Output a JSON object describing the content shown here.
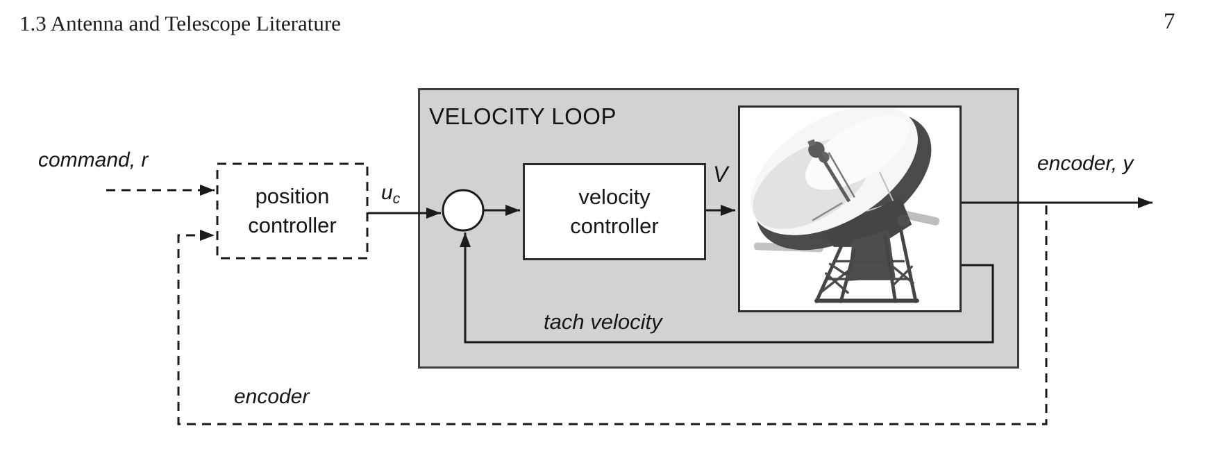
{
  "header": {
    "title": "1.3 Antenna and Telescope Literature",
    "page_number": "7"
  },
  "diagram": {
    "loop_title": "VELOCITY LOOP",
    "blocks": {
      "position_controller": {
        "line1": "position",
        "line2": "controller"
      },
      "velocity_controller": {
        "line1": "velocity",
        "line2": "controller"
      }
    },
    "labels": {
      "command": "command, r",
      "control_u": "u",
      "control_sub": "c",
      "velocity_v": "V",
      "output": "encoder, y",
      "tach": "tach velocity",
      "encoder": "encoder"
    },
    "colors": {
      "loop_fill": "#d2d2d2",
      "loop_border": "#3f3f3f",
      "line": "#1a1a1a"
    }
  }
}
